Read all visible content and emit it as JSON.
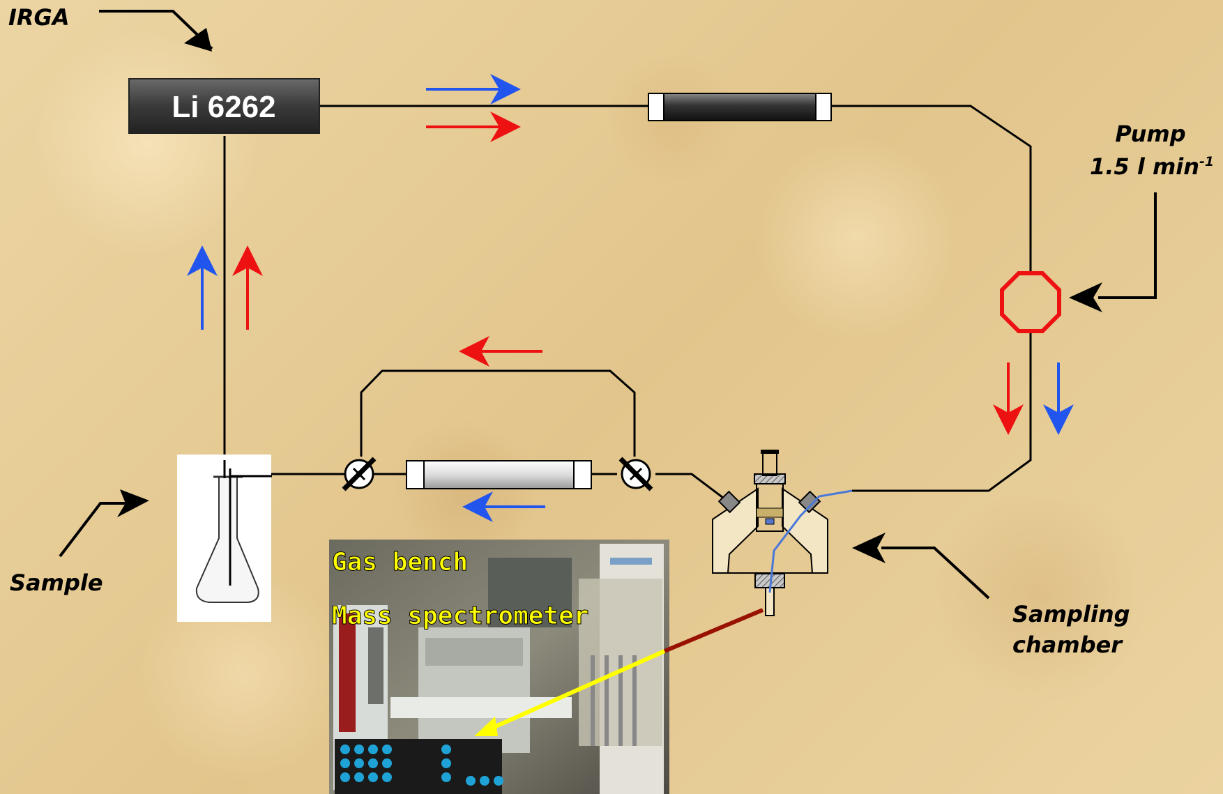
{
  "labels": {
    "irga": "IRGA",
    "analyzer": "Li 6262",
    "pump_title": "Pump",
    "pump_rate": "1.5 l min",
    "pump_rate_sup": "-1",
    "sample": "Sample",
    "sampling_line1": "Sampling",
    "sampling_line2": "chamber"
  },
  "photo": {
    "line1": "Gas bench",
    "line2": "Mass spectrometer"
  },
  "colors": {
    "tubing": "#000000",
    "flow_blue": "#2255ee",
    "flow_red": "#ee1111",
    "pump": "#ee1111",
    "pointer_dark_red": "#991100",
    "pointer_yellow": "#ffff00"
  }
}
